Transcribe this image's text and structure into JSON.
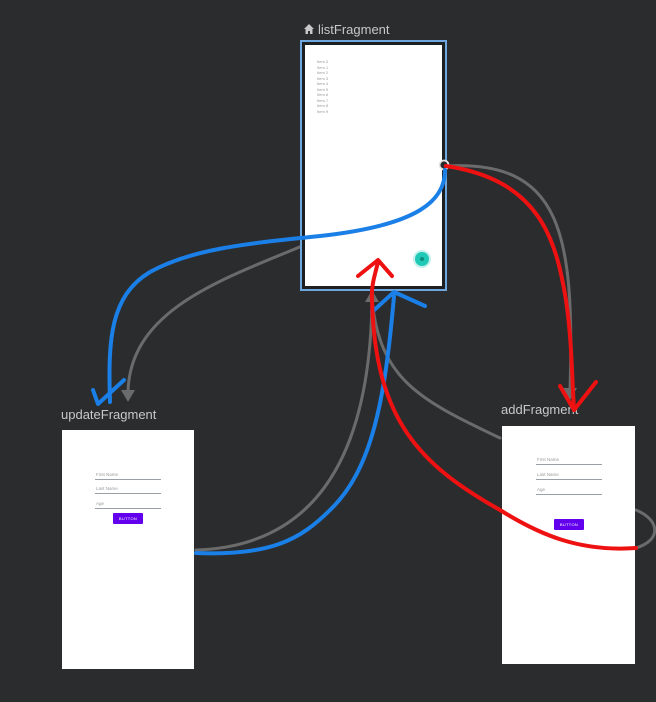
{
  "destinations": {
    "list": {
      "label": "listFragment",
      "items": [
        "Item 0",
        "Item 1",
        "Item 2",
        "Item 3",
        "Item 4",
        "Item 5",
        "Item 6",
        "Item 7",
        "Item 8",
        "Item 9"
      ]
    },
    "update": {
      "label": "updateFragment",
      "fields": [
        "First Name",
        "Last Name",
        "Age"
      ],
      "button_label": "BUTTON"
    },
    "add": {
      "label": "addFragment",
      "fields": [
        "First Name",
        "Last Name",
        "Age"
      ],
      "button_label": "BUTTON"
    }
  },
  "colors": {
    "canvas": "#2b2c2e",
    "action_arrow": "#6b6b6b",
    "selection_outline": "#6ea6df",
    "annotation_blue": "#1a7fe6",
    "annotation_red": "#ee1111",
    "fab": "#20c9b5",
    "button": "#6200ee"
  },
  "icons": {
    "start_destination": "home-icon"
  }
}
